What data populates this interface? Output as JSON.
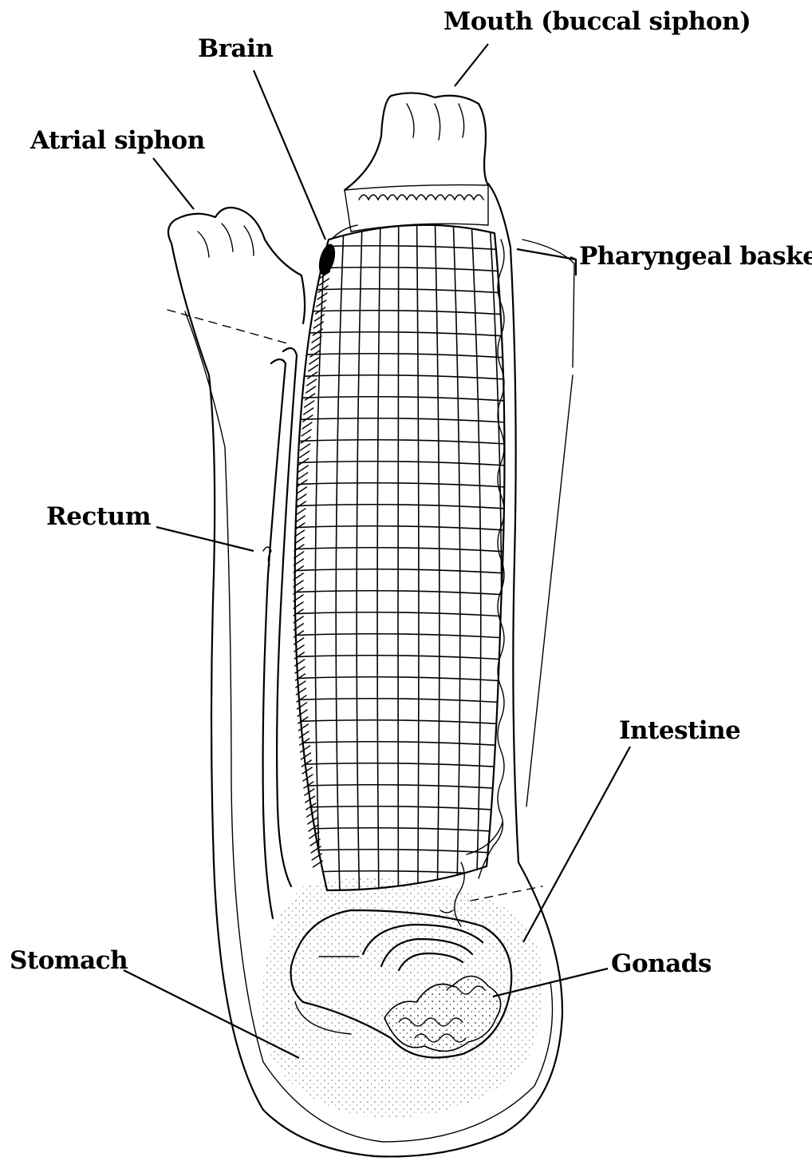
{
  "diagram": {
    "labels": {
      "mouth": "Mouth (buccal siphon)",
      "brain": "Brain",
      "atrial_siphon": "Atrial siphon",
      "pharyngeal_basket": "Pharyngeal basket",
      "rectum": "Rectum",
      "intestine": "Intestine",
      "stomach": "Stomach",
      "gonads": "Gonads"
    }
  }
}
